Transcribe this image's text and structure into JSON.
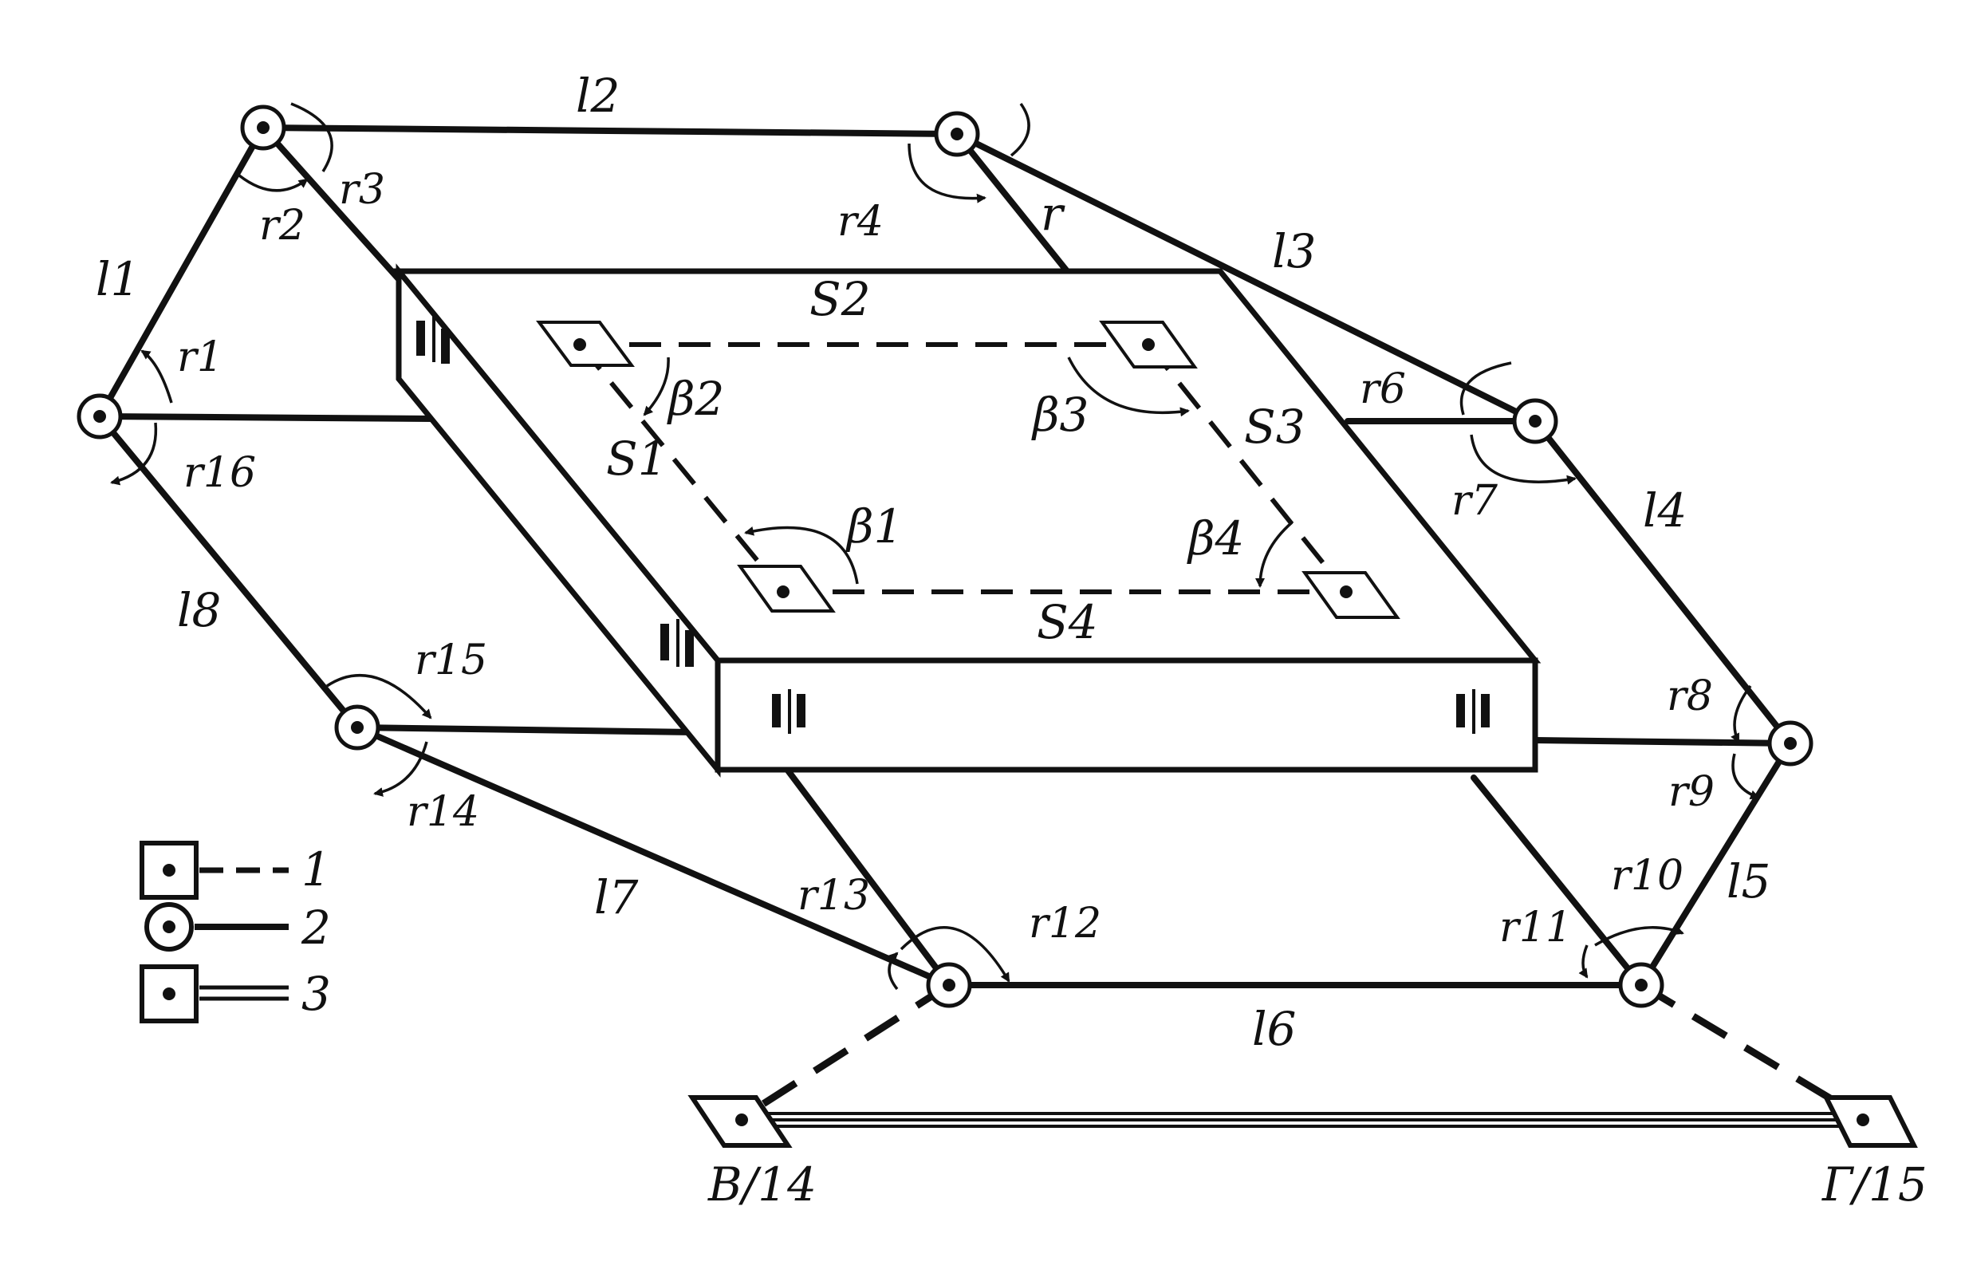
{
  "labels": {
    "l1": "l1",
    "l2": "l2",
    "l3": "l3",
    "l4": "l4",
    "l5": "l5",
    "l6": "l6",
    "l7": "l7",
    "l8": "l8",
    "s1": "S1",
    "s2": "S2",
    "s3": "S3",
    "s4": "S4",
    "b1": "β1",
    "b2": "β2",
    "b3": "β3",
    "b4": "β4",
    "r": "r",
    "r1": "r1",
    "r2": "r2",
    "r3": "r3",
    "r4": "r4",
    "r6": "r6",
    "r7": "r7",
    "r8": "r8",
    "r9": "r9",
    "r10": "r10",
    "r11": "r11",
    "r12": "r12",
    "r13": "r13",
    "r14": "r14",
    "r15": "r15",
    "r16": "r16",
    "point_v": "В/14",
    "point_g": "Г/15"
  },
  "legend": {
    "item1": "1",
    "item2": "2",
    "item3": "3"
  }
}
